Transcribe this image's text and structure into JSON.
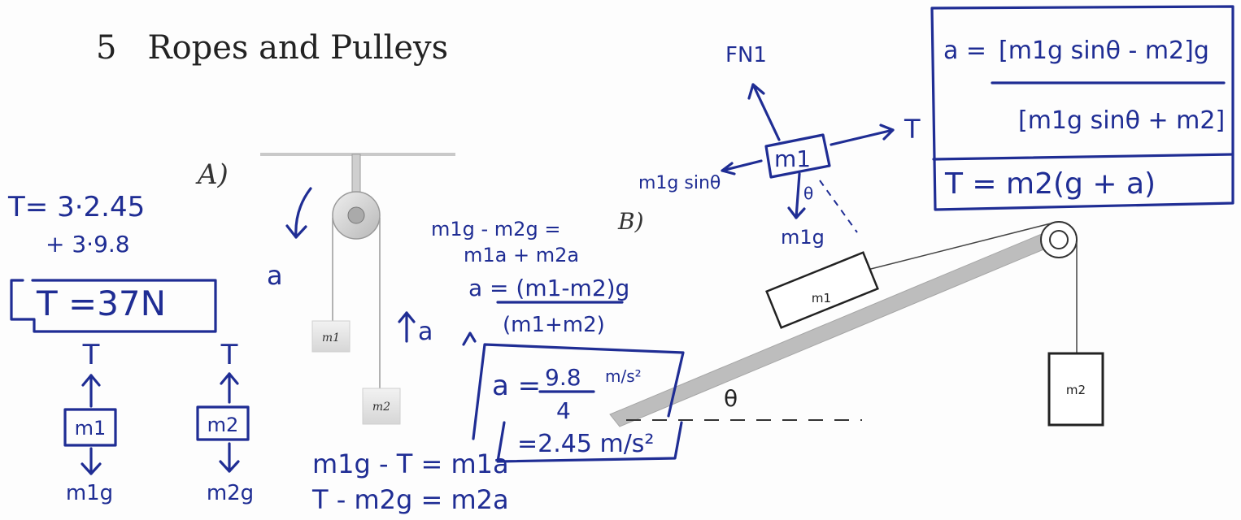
{
  "section": {
    "number": "5",
    "title": "Ropes and Pulleys"
  },
  "figure_a": {
    "label": "A)",
    "mass1": "m1",
    "mass2": "m2"
  },
  "figure_b": {
    "label": "B)",
    "mass1": "m1",
    "mass2": "m2",
    "angle": "θ"
  },
  "notes": {
    "tension_line1": "T= 3·2.45",
    "tension_line2": "+ 3·9.8",
    "tension_boxed": "T =37N",
    "fbd_tension": "T",
    "fbd_m1": "m1",
    "fbd_m2": "m2",
    "weight_m1": "m1g",
    "weight_m2": "m2g",
    "accel_label": "a",
    "eq_sum_1": "m1g - m2g =",
    "eq_sum_2": "m1a + m2a",
    "eq_a_num": "a = (m1-m2)g",
    "eq_a_den": "(m1+m2)",
    "eq_a_value_lhs": "a =",
    "eq_a_value_num": "9.8",
    "eq_a_value_den": "4",
    "eq_a_value_unit": "m/s²",
    "eq_a_result": "=2.45 m/s²",
    "eq_m1": "m1g - T = m1a",
    "eq_m2": "T - m2g = m2a",
    "fn_label": "FN1",
    "incline_m1": "m1",
    "incline_t": "T",
    "incline_comp": "m1g sinθ",
    "incline_theta": "θ",
    "incline_weight": "m1g",
    "box_a_lhs": "a =",
    "box_a_num": "[m1g sinθ - m2]g",
    "box_a_den": "[m1g sinθ + m2]",
    "box_t": "T = m2(g + a)"
  }
}
